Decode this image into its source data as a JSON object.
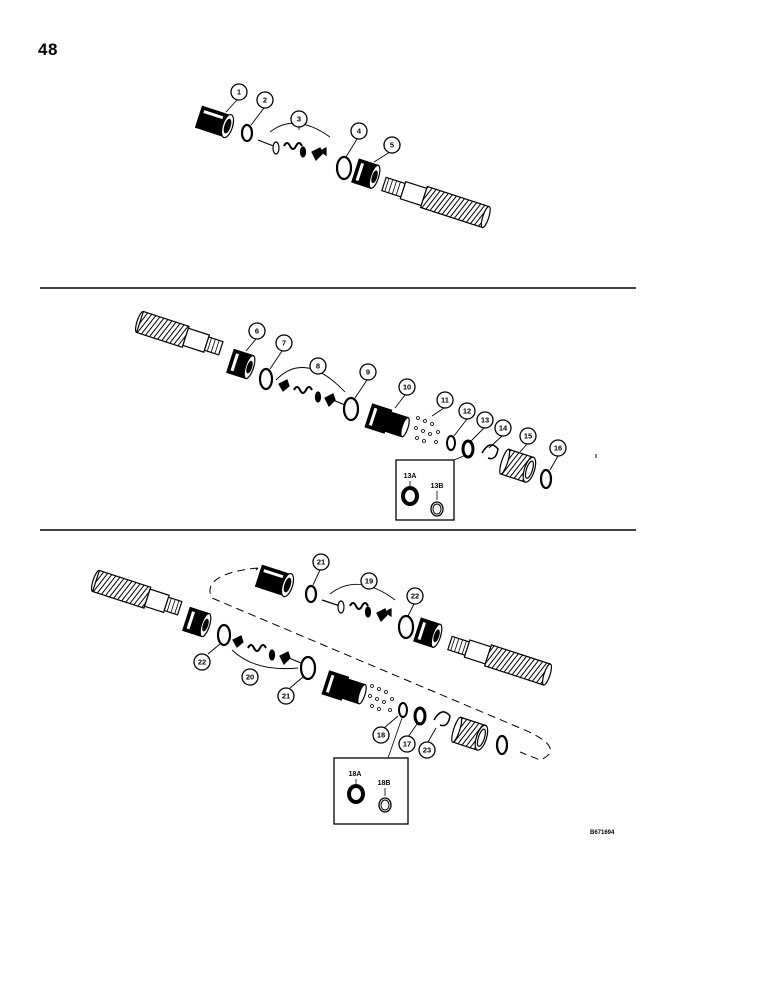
{
  "page_number": "48",
  "figure_code": "B671694",
  "balloons": {
    "b1": "1",
    "b2": "2",
    "b3": "3",
    "b4": "4",
    "b5": "5",
    "b6": "6",
    "b7": "7",
    "b8": "8",
    "b9": "9",
    "b10": "10",
    "b11": "11",
    "b12": "12",
    "b13": "13",
    "b14": "14",
    "b15": "15",
    "b16": "16",
    "b17": "17",
    "b18": "18",
    "b19": "19",
    "b20": "20",
    "b21a": "21",
    "b21b": "21",
    "b22a": "22",
    "b22b": "22",
    "b23": "23"
  },
  "inset_labels": {
    "l13a": "13A",
    "l13b": "13B",
    "l18a": "18A",
    "l18b": "18B"
  }
}
